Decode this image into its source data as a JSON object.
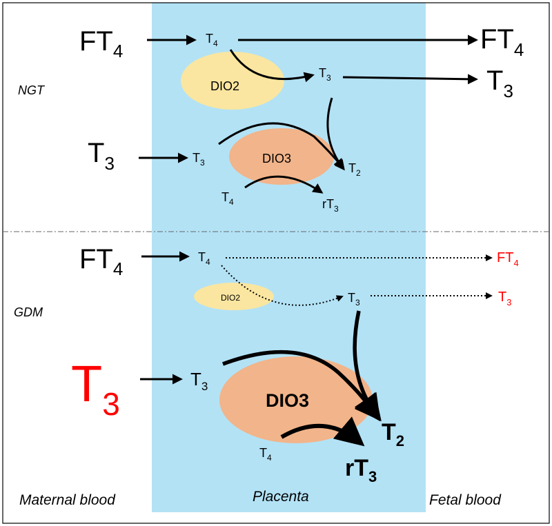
{
  "colors": {
    "placenta": "#b3e2f5",
    "dio2": "#fae6a0",
    "dio3": "#f2b48a",
    "highlight": "#ff0000",
    "arrow": "#000000"
  },
  "sections": {
    "top": "NGT",
    "bottom": "GDM"
  },
  "regions": {
    "maternal": "Maternal blood",
    "placenta": "Placenta",
    "fetal": "Fetal blood"
  },
  "ngt": {
    "maternal_ft4": {
      "base": "FT",
      "sub": "4"
    },
    "maternal_t3": {
      "base": "T",
      "sub": "3"
    },
    "placenta_t4": {
      "base": "T",
      "sub": "4"
    },
    "placenta_t3_from_dio2": {
      "base": "T",
      "sub": "3"
    },
    "placenta_t3_in": {
      "base": "T",
      "sub": "3"
    },
    "placenta_t2": {
      "base": "T",
      "sub": "2"
    },
    "placenta_t4_lower": {
      "base": "T",
      "sub": "4"
    },
    "placenta_rt3": {
      "base": "rT",
      "sub": "3"
    },
    "dio2": "DIO2",
    "dio3": "DIO3",
    "fetal_ft4": {
      "base": "FT",
      "sub": "4"
    },
    "fetal_t3": {
      "base": "T",
      "sub": "3"
    }
  },
  "gdm": {
    "maternal_ft4": {
      "base": "FT",
      "sub": "4"
    },
    "maternal_t3": {
      "base": "T",
      "sub": "3"
    },
    "placenta_t4": {
      "base": "T",
      "sub": "4"
    },
    "placenta_t3_from_dio2": {
      "base": "T",
      "sub": "3"
    },
    "placenta_t3_in": {
      "base": "T",
      "sub": "3"
    },
    "placenta_t2": {
      "base": "T",
      "sub": "2"
    },
    "placenta_t4_lower": {
      "base": "T",
      "sub": "4"
    },
    "placenta_rt3": {
      "base": "rT",
      "sub": "3"
    },
    "dio2": "DIO2",
    "dio3": "DIO3",
    "fetal_ft4": {
      "base": "FT",
      "sub": "4"
    },
    "fetal_t3": {
      "base": "T",
      "sub": "3"
    }
  }
}
